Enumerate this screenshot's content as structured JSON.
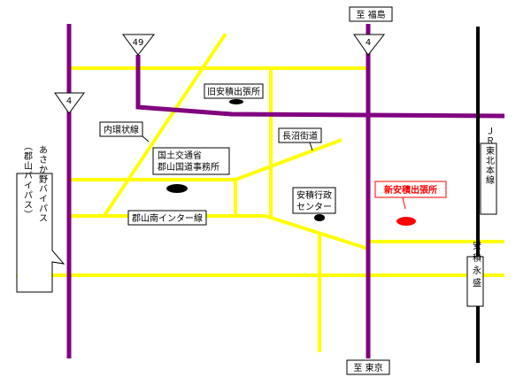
{
  "colors": {
    "national_route": "#800080",
    "main_road": "#ffff00",
    "railway": "#000000",
    "new_office": "#ff0000"
  },
  "routes": {
    "route_49": "49",
    "route_4_north": "4",
    "route_4_west": "4"
  },
  "labels": {
    "to_fukushima": "至 福島",
    "to_tokyo": "至 東京",
    "old_office": "旧安積出張所",
    "inner_ring": "内環状線",
    "naganuma_kaido": "長沼街道",
    "mlit_line1": "国土交通省",
    "mlit_line2": "郡山国道事務所",
    "admin_center_line1": "安積行政",
    "admin_center_line2": "センター",
    "koriyama_minami_ic": "郡山南インター線",
    "new_office": "新安積出張所",
    "jr_line": "ＪＲ東北本線",
    "asakanaga": "安積永盛",
    "bypass_v1": "あさか野バイパス",
    "bypass_v2": "（郡山バイパス）"
  }
}
